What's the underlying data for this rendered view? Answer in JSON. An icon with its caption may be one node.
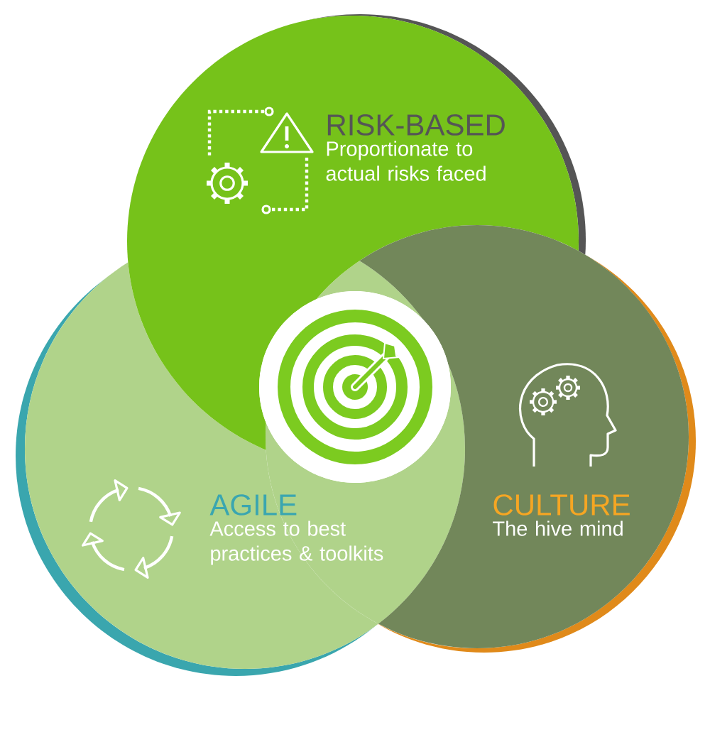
{
  "diagram": {
    "nodes": [
      {
        "text": [
          "RISK-BASED",
          "Proportionate to actual risks faced"
        ]
      },
      {
        "text": [
          "AGILE",
          "Access to best practices & toolkits"
        ]
      },
      {
        "text": [
          "CULTURE",
          "The hive mind"
        ]
      },
      {
        "text": [],
        "shape": "circle"
      }
    ]
  }
}
